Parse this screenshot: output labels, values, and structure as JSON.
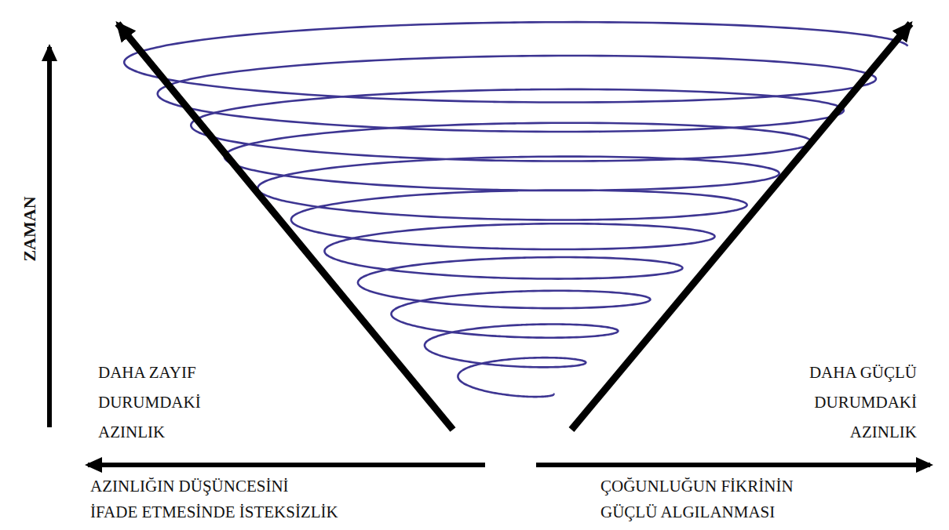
{
  "diagram": {
    "labels": [
      "ZAMAN",
      "DAHA ZAYIF DURUMDAKİ AZINLIK",
      "DAHA GÜÇLÜ DURUMDAKİ AZINLIK",
      "AZINLIĞIN DÜŞÜNCESİNİ İFADE ETMESİNDE İSTEKSİZLİK",
      "ÇOĞUNLUĞUN FİKRİNİN GÜÇLÜ ALGILANMASI"
    ]
  }
}
